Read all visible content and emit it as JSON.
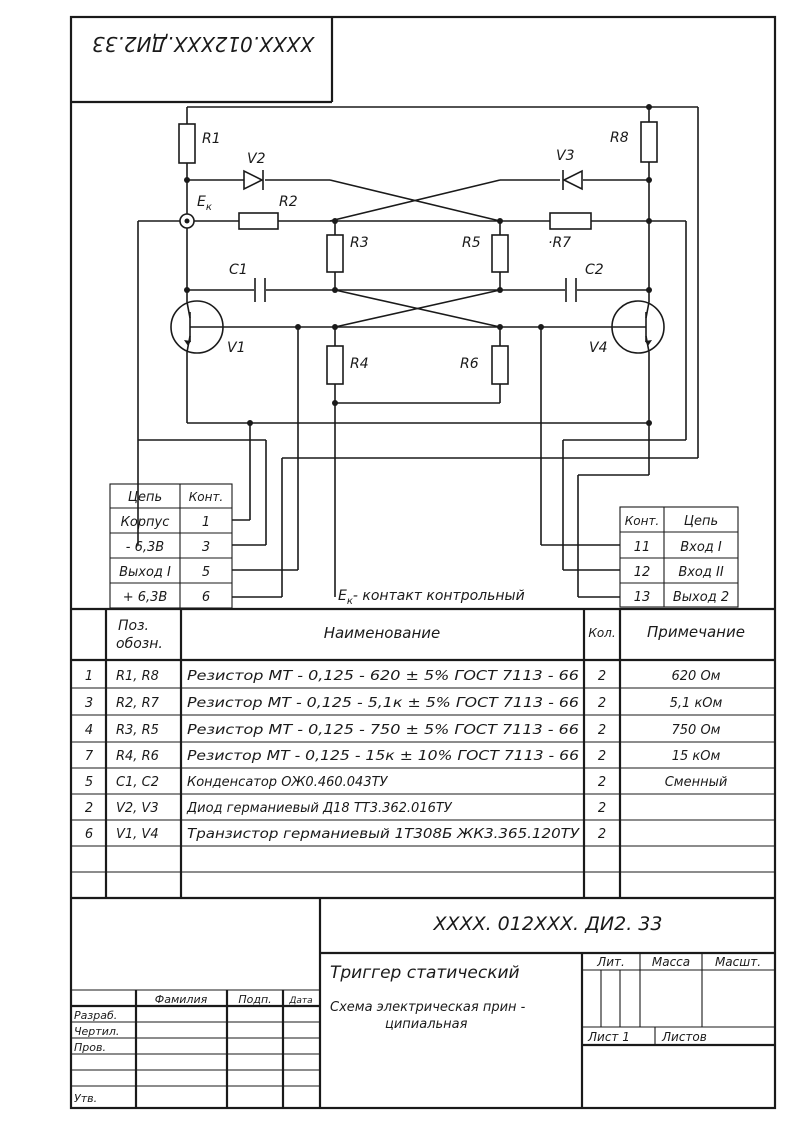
{
  "title_code_rotated": "XXXX.012XXX.ДИ2.33",
  "components": {
    "R1": "R1",
    "R2": "R2",
    "R3": "R3",
    "R4": "R4",
    "R5": "R5",
    "R6": "R6",
    "R7": "·R7",
    "R8": "R8",
    "V1": "V1",
    "V2": "V2",
    "V3": "V3",
    "V4": "V4",
    "C1": "C1",
    "C2": "C2",
    "Ek_main": "E",
    "Ek_sub": "к"
  },
  "left_connector": {
    "headers": [
      "Цепь",
      "Конт."
    ],
    "rows": [
      {
        "circuit": "Корпус",
        "contact": "1"
      },
      {
        "circuit": "- 6,3В",
        "contact": "3"
      },
      {
        "circuit": "Выход I",
        "contact": "5"
      },
      {
        "circuit": "+ 6,3В",
        "contact": "6"
      }
    ]
  },
  "right_connector": {
    "headers": [
      "Конт.",
      "Цепь"
    ],
    "rows": [
      {
        "contact": "11",
        "circuit": "Вход I"
      },
      {
        "contact": "12",
        "circuit": "Вход II"
      },
      {
        "contact": "13",
        "circuit": "Выход 2"
      }
    ]
  },
  "ek_note_main": "E",
  "ek_note_sub": "к",
  "ek_note_rest": "- контакт контрольный",
  "bom": {
    "header_pos": "Поз.",
    "header_pos2": "обозн.",
    "header_name": "Наименование",
    "header_qty": "Кол.",
    "header_note": "Примечание",
    "rows": [
      {
        "num": "1",
        "pos": "R1, R8",
        "name": "Резистор МТ - 0,125 - 620 ± 5% ГОСТ 7113 - 66",
        "qty": "2",
        "note": "620 Ом"
      },
      {
        "num": "3",
        "pos": "R2, R7",
        "name": "Резистор МТ - 0,125 - 5,1к ± 5% ГОСТ 7113 - 66",
        "qty": "2",
        "note": "5,1 кОм"
      },
      {
        "num": "4",
        "pos": "R3, R5",
        "name": "Резистор МТ - 0,125 - 750 ± 5% ГОСТ 7113 - 66",
        "qty": "2",
        "note": "750 Ом"
      },
      {
        "num": "7",
        "pos": "R4, R6",
        "name": "Резистор МТ - 0,125 - 15к ± 10% ГОСТ 7113 - 66",
        "qty": "2",
        "note": "15 кОм"
      },
      {
        "num": "5",
        "pos": "C1, C2",
        "name": "Конденсатор ОЖ0.460.043ТУ",
        "qty": "2",
        "note": "Сменный"
      },
      {
        "num": "2",
        "pos": "V2, V3",
        "name": "Диод германиевый Д18 ТТ3.362.016ТУ",
        "qty": "2",
        "note": ""
      },
      {
        "num": "6",
        "pos": "V1, V4",
        "name": "Транзистор германиевый 1Т308Б ЖК3.365.120ТУ",
        "qty": "2",
        "note": ""
      }
    ]
  },
  "title_block": {
    "code": "XXXX. 012XXX. ДИ2. 33",
    "name": "Триггер статический",
    "doc_type_line1": "Схема электрическая прин -",
    "doc_type_line2": "ципиальная",
    "lit": "Лит.",
    "mass": "Масса",
    "scale": "Масшт.",
    "sheet": "Лист 1",
    "sheets": "Листов",
    "col_surname": "Фамилия",
    "col_sign": "Подп.",
    "col_date": "Дата",
    "role_develop": "Разраб.",
    "role_draw": "Чертил.",
    "role_check": "Пров.",
    "role_approve": "Утв."
  }
}
